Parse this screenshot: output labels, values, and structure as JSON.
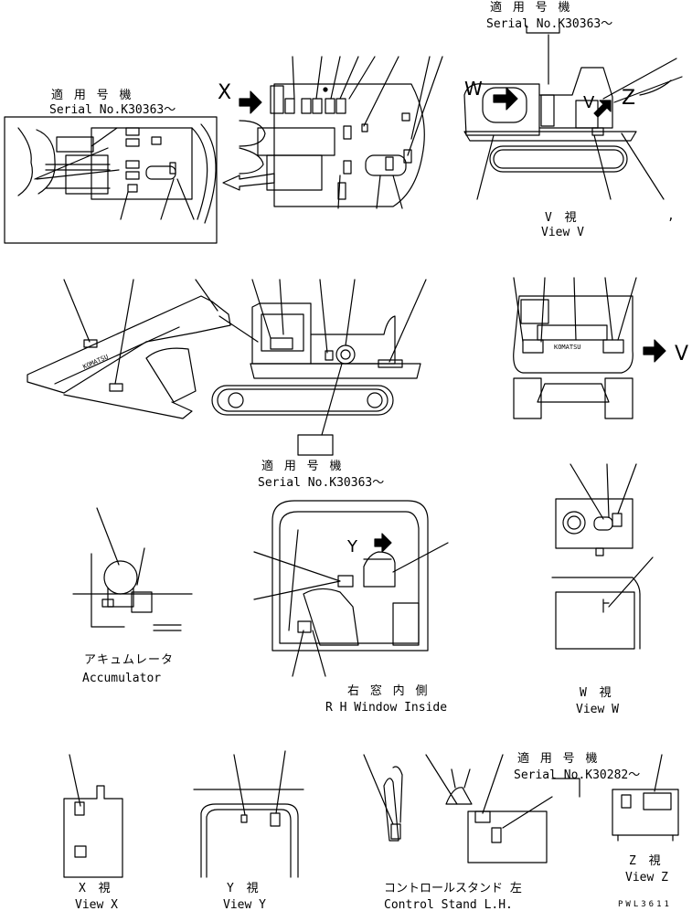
{
  "serial_notes": [
    {
      "jp": "適 用 号 機",
      "en": "Serial No.K30363～"
    },
    {
      "jp": "適 用 号 機",
      "en": "Serial No.K30363～"
    },
    {
      "jp": "適 用 号 機",
      "en": "Serial No.K30363～"
    },
    {
      "jp": "適 用 号 機",
      "en": "Serial No.K30282～"
    }
  ],
  "view_letters": {
    "x": "X",
    "w": "W",
    "z": "Z",
    "v1": "V",
    "v2": "V",
    "y": "Y"
  },
  "captions": {
    "view_v": {
      "jp": "V 視",
      "en": "View V"
    },
    "view_w": {
      "jp": "W 視",
      "en": "View W"
    },
    "view_x": {
      "jp": "X 視",
      "en": "View X"
    },
    "view_y": {
      "jp": "Y 視",
      "en": "View Y"
    },
    "view_z": {
      "jp": "Z 視",
      "en": "View Z"
    },
    "accumulator": {
      "jp": "アキュムレータ",
      "en": "Accumulator"
    },
    "rh_window": {
      "jp": "右 窓 内 側",
      "en": "R H Window Inside"
    },
    "control_stand": {
      "jp": "コントロールスタンド 左",
      "en": "Control Stand L.H."
    }
  },
  "brand_text": "KOMATSU",
  "drawing_code": "PWL3611",
  "stray_comma": ","
}
